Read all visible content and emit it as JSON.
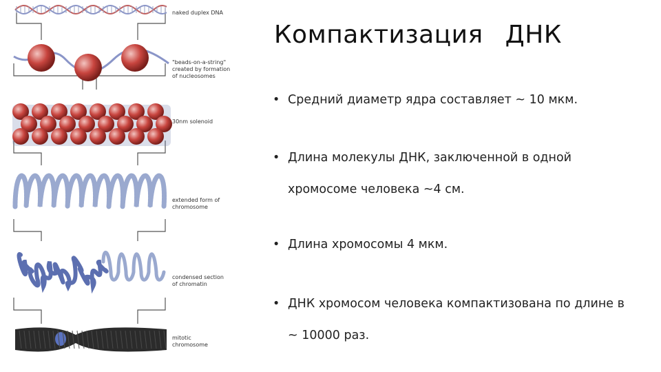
{
  "slide": {
    "title": "Компактизация   ДНК",
    "bullets": [
      "Средний диаметр ядра составляет ~ 10 мкм.",
      "Длина молекулы ДНК, заключенной в одной хромосоме человека  ~4 см.",
      "Длина хромосомы 4 мкм.",
      "ДНК хромосом человека компактизована по длине в ~ 10000 раз."
    ],
    "bullet_symbol": "•"
  },
  "figure": {
    "labels": {
      "naked": "naked duplex DNA",
      "beads": "\"beads-on-a-string\"\ncreated by formation\nof nucleosomes",
      "solenoid": "30nm solenoid",
      "extended": "extended form of\nchromosome",
      "condensed": "condensed section\nof chromatin",
      "mitotic": "mitotic\nchromosome"
    },
    "colors": {
      "dna_strand": "#8a95c8",
      "nucleosome": "#c8453f",
      "nucleosome_highlight": "#f3c4c0",
      "chromatin": "#9aa9cf",
      "condensed": "#5c6fb0",
      "chromosome": "#2b2b2b",
      "frame_line": "#555555"
    }
  }
}
